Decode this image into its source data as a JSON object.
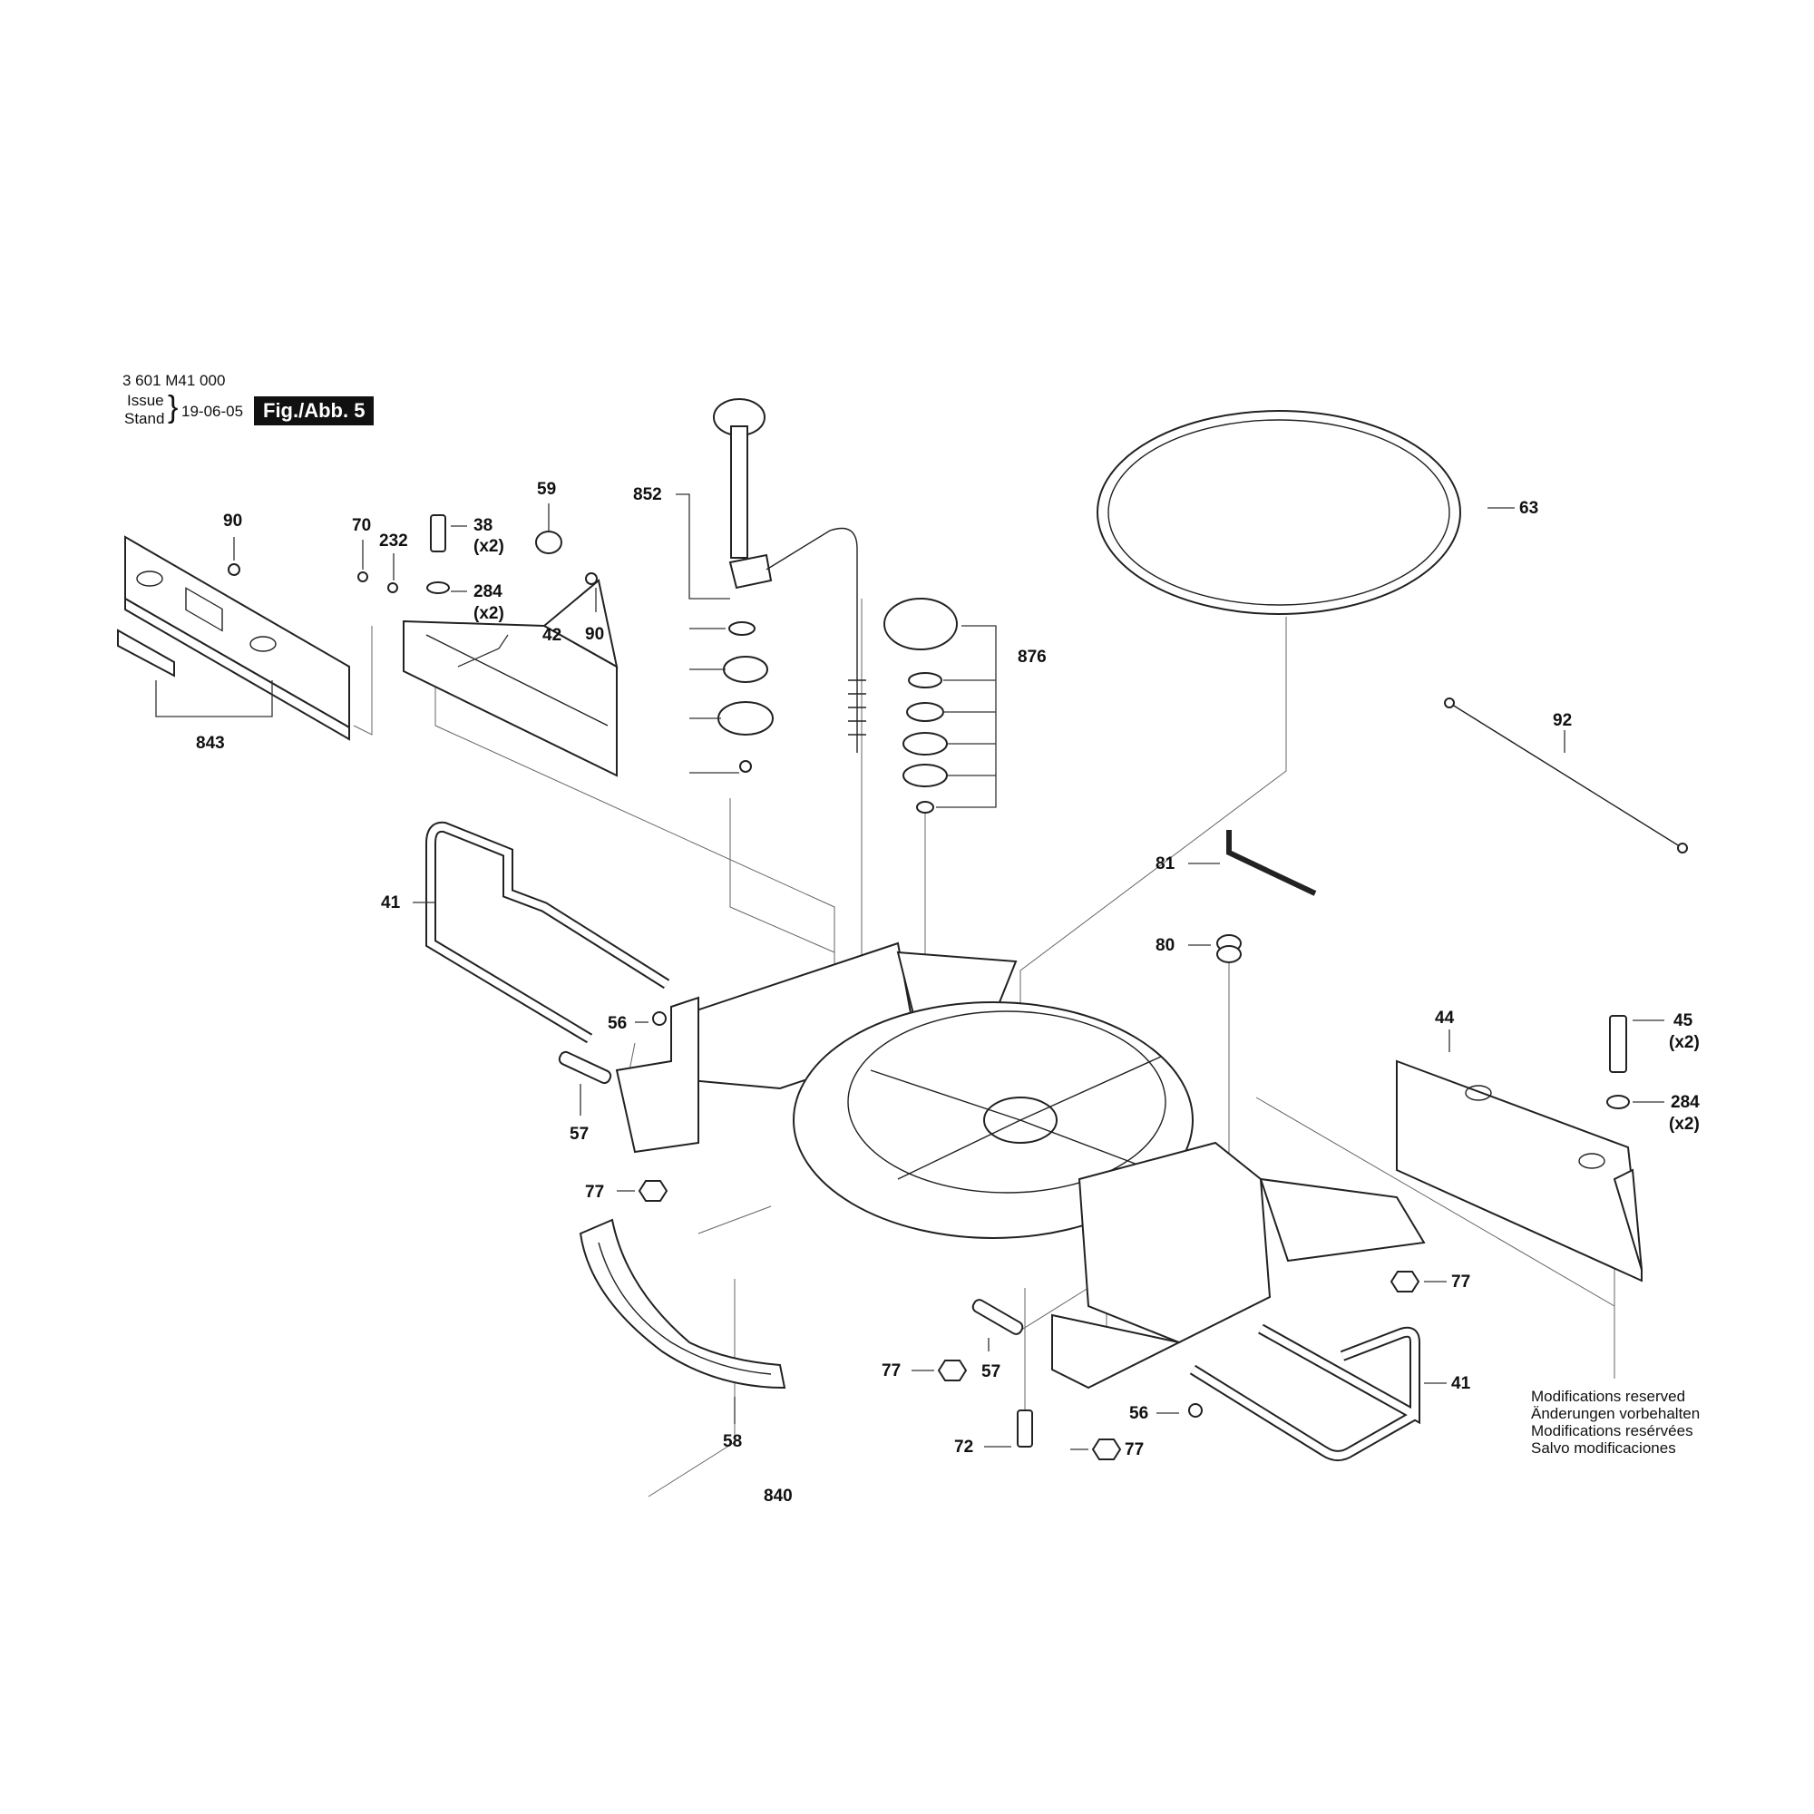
{
  "header": {
    "part_number": "3 601 M41 000",
    "issue_label": "Issue",
    "stand_label": "Stand",
    "date": "19-06-05",
    "figure": "Fig./Abb. 5"
  },
  "labels": {
    "l90a": "90",
    "l70": "70",
    "l232": "232",
    "l38": "38",
    "l38q": "(x2)",
    "l284a": "284",
    "l284aq": "(x2)",
    "l59": "59",
    "l90b": "90",
    "l42": "42",
    "l843": "843",
    "l852": "852",
    "l63": "63",
    "l876": "876",
    "l92": "92",
    "l41a": "41",
    "l56a": "56",
    "l57a": "57",
    "l77a": "77",
    "l81": "81",
    "l80": "80",
    "l44": "44",
    "l45": "45",
    "l45q": "(x2)",
    "l284b": "284",
    "l284bq": "(x2)",
    "l77b": "77",
    "l77c": "77",
    "l57b": "57",
    "l58": "58",
    "l41b": "41",
    "l56b": "56",
    "l72": "72",
    "l77d": "77",
    "l840": "840"
  },
  "notes": [
    "Modifications reserved",
    "Änderungen vorbehalten",
    "Modifications resérvées",
    "Salvo modificaciones"
  ]
}
